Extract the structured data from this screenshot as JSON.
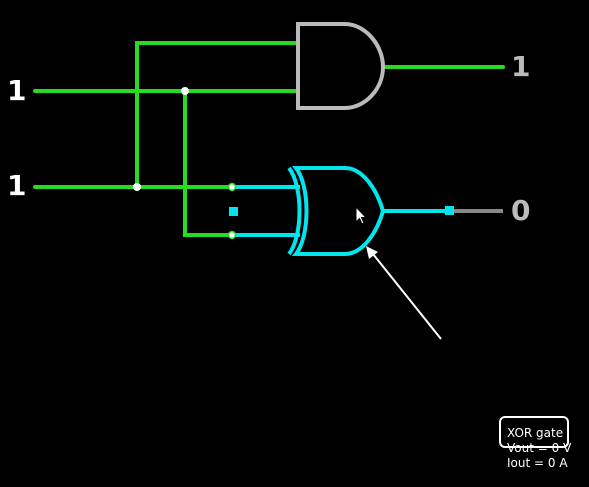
{
  "circuit": {
    "inputs": [
      {
        "label": "1",
        "value": 1
      },
      {
        "label": "1",
        "value": 1
      }
    ],
    "outputs": [
      {
        "gate": "AND",
        "label": "1",
        "value": 1
      },
      {
        "gate": "XOR",
        "label": "0",
        "value": 0
      }
    ]
  },
  "tooltip": {
    "title": "XOR gate",
    "vout": "Vout = 0 V",
    "iout": "Iout = 0 A"
  },
  "colors": {
    "background": "#000000",
    "wire_high": "#22dd22",
    "wire_low": "#888888",
    "wire_selected": "#00e5ee",
    "gate_normal": "#bbbbbb",
    "gate_selected": "#00e5ee",
    "label": "#ffffff",
    "output_label": "#bbbbbb",
    "annotation": "#ffffff"
  }
}
